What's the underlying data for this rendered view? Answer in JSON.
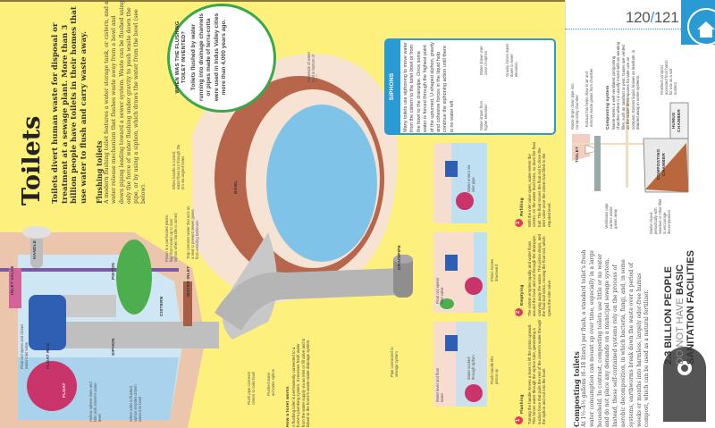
{
  "page_number": {
    "left": "120",
    "sep": "/",
    "right": "121"
  },
  "title": "Toilets",
  "intro": "Toilets divert human waste for disposal or treatment at a sewage plant. More than 3 billion people have toilets in their homes that use water to flush and carry waste away.",
  "flushing": {
    "heading": "Flushing toilets",
    "text": "A modern flushing toilet features a water storage tank, or cistern, and a water release mechanism that flushes waste away from a bowl and down piping leading toward a sewer system. Waste can be flushed using only the force of water flushing under gravity to push waste down the pipe, or by using a siphon, which draws the water from the bowl (see below)."
  },
  "bubble": {
    "heading": "WHEN WAS THE FLUSHING TOILET INVENTED?",
    "text": "Toilets flushed by water running into drainage channels or pipes made of terra-cotta were used in Indus Valley cities more than 4,000 years ago."
  },
  "diagram": {
    "handle": "HANDLE",
    "inlet_valve": "INLET VALVE",
    "float_rod": "FLOAT ROD",
    "float": "FLOAT",
    "piston": "PISTON",
    "siphon": "SIPHON",
    "cistern": "CISTERN",
    "water_inlet": "WATER INLET",
    "bowl": "BOWL",
    "drainpipe": "DRAINPIPE",
    "float_rod_note": "Float rod opens and closes water inlet valve",
    "float_note": "Hollow sphere rises and falls with cistern's water level",
    "siphon_note": "When toilet is flushed, siphon empties cistern water into bowl",
    "piston_note": "Piston is a perforated plastic flap that moves up to start siphon when handle is turned",
    "trap_note": "Trap contains water that acts as a seal to prevent sewer gases from entering bathroom",
    "rim_note": "When handle is turned, water flows out through the rim via angled holes",
    "reservoir_note": "Reservoir of water held in bottom of bowl",
    "flush_pipe_note": "Flush pipe connects cistern to toilet bowl",
    "flushed_note": "Flushed water activates siphon",
    "sewage_note": "Pipe connected to sewage system",
    "how_heading": "How a toilet works",
    "how_text": "A flushing toilet is permanently connected to a home's plumbing system. It receives fresh water from the water supply via an inlet or fill valve and is linked to the home's waste-water drainage system."
  },
  "siphons": {
    "heading": "SIPHONS",
    "text": "Many toilets use siphoning to move water from the cistern to the toilet bowl or from the bowl to the drainpipe. Once some water is forced through the highest point of the upturned, U-shaped siphon, gravity and cohesive forces in the liquid help continue the siphoning action until there is no water left.",
    "label_high": "Water drawn from higher elevation",
    "label_crest": "Water drawn over crest of siphon",
    "label_gravity": "Gravity forces water down to lower elevation"
  },
  "steps": [
    {
      "num": "1",
      "title": "Flushing",
      "text": "Turning the handle moves a lever to lift the piston upward. This forces water through the siphon tube, generating a suction force that pulls the rest of the cistern's water through the siphon and out into the bowl.",
      "labels": [
        "Water level and float lower",
        "Water sucked through siphon",
        "Flush handle lifts piston up"
      ]
    },
    {
      "num": "2",
      "title": "Emptying",
      "text": "The cistern empties rapidly and water flows around the bowl and out through the drainpipe, carrying away the waste. The piston drops, and the float ball sinks, moving the float rod, which opens the inlet valve.",
      "labels": [
        "Float rod opens inlet valve",
        "Piston moves downward"
      ]
    },
    {
      "num": "3",
      "title": "Refilling",
      "text": "With the inlet valve open, water enters the cistern. As the water level rises, so does the float ball. The float moves the float rod to close the inlet valve once the cistern has filled to the required level.",
      "labels": [
        "Water enters via inlet pipe"
      ]
    }
  ],
  "composting": {
    "heading": "Composting toilets",
    "text": "At 1½–4½ gallons (6–18 liters) per flush, a standard toilet's fresh water consumption can mount up over time, especially in a large household. In contrast, composting toilets use little or no water and do not place any demands on a municipal sewage system. Instead, these self-contained systems rely on the process of aerobic decomposition, in which bacteria, fungi, and, in some systems, earthworms break down the waste over a period of weeks or months into harmless, largely odor-free humus compost, which can be used as a natural fertilizer."
  },
  "stat": {
    "line1": "2.3 BILLION PEOPLE",
    "line2a": "DO NOT HAVE",
    "line2b": "BASIC",
    "line3": "SANITATION FACILITIES"
  },
  "compost_diagram": {
    "toilet": "TOILET",
    "chamber": "COMPOSTING CHAMBER",
    "humus": "HUMUS CHAMBER",
    "waste_drops": "Waste drops down pipe into composting chamber",
    "fan": "Exhaust fan helps draw in air and remove waste gases from chamber",
    "system_heading": "Composting system",
    "system_text": "Waste enters a well-ventilated composting chamber where it is usually mixed with an aerating filler, such as sawdust or peat. Gases are vented as the waste decomposes for later use as compost. Excess liquid, known as leachate, is drained away in some systems.",
    "vent": "Ventilation pipe carries waste gases away",
    "mixed": "Waste mixed periodically with sawdust or other filler to encourage decomposition",
    "finished": "Finished compost accessed from hatch for use as a soil nutrient"
  },
  "colors": {
    "page_yellow": "#fdf07c",
    "accent_blue": "#2a9ad4",
    "step_red": "#e63950",
    "bubble_green": "#3aa84a"
  }
}
